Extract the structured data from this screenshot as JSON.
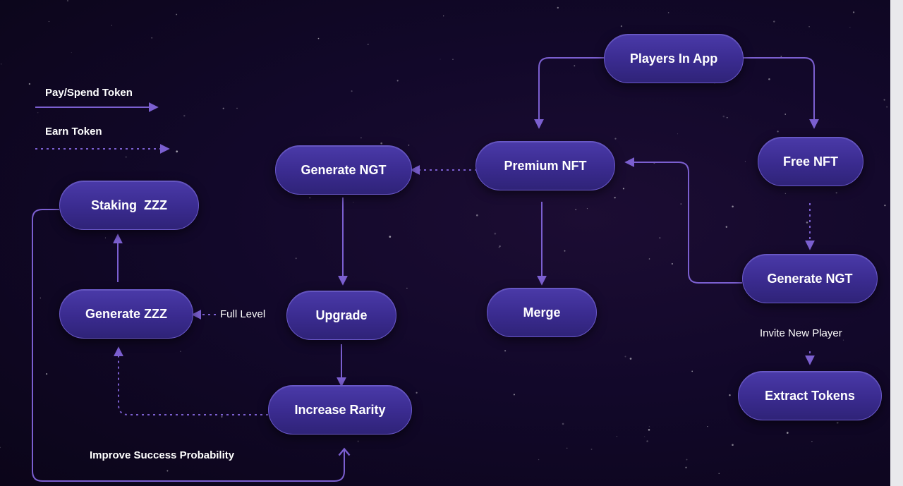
{
  "legend": {
    "pay": "Pay/Spend Token",
    "earn": "Earn Token"
  },
  "nodes": {
    "players": "Players In App",
    "premium": "Premium NFT",
    "free": "Free NFT",
    "generate_ngt_left": "Generate NGT",
    "generate_ngt_right": "Generate NGT",
    "staking": "Staking  ZZZ",
    "generate_zzz": "Generate ZZZ",
    "upgrade": "Upgrade",
    "merge": "Merge",
    "increase_rarity": "Increase Rarity",
    "extract": "Extract Tokens"
  },
  "edge_labels": {
    "full_level": "Full Level",
    "invite": "Invite New Player",
    "improve": "Improve Success Probability"
  },
  "colors": {
    "background": "#0e0720",
    "node_fill": "#3a2b8f",
    "node_border": "#6a58c8",
    "arrow": "#7b5fd0",
    "text": "#ffffff"
  }
}
